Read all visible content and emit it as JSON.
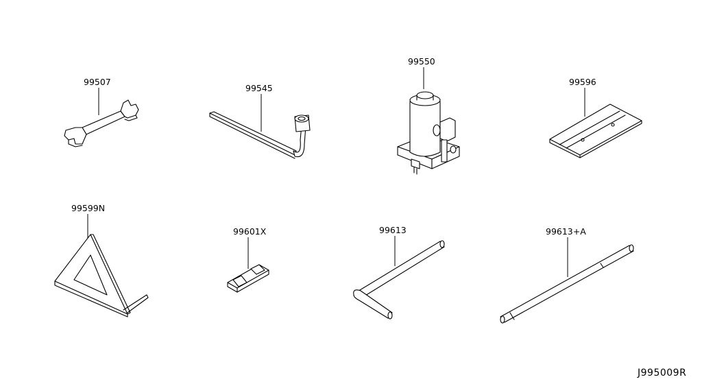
{
  "diagram": {
    "reference_code": "J995009R",
    "parts": [
      {
        "part_number": "99507",
        "icon": "open-end-wrench"
      },
      {
        "part_number": "99545",
        "icon": "wheel-nut-wrench"
      },
      {
        "part_number": "99550",
        "icon": "bottle-jack"
      },
      {
        "part_number": "99596",
        "icon": "tool-bag"
      },
      {
        "part_number": "99599N",
        "icon": "warning-triangle"
      },
      {
        "part_number": "99601X",
        "icon": "clip"
      },
      {
        "part_number": "99613",
        "icon": "jack-handle-bar"
      },
      {
        "part_number": "99613+A",
        "icon": "jack-handle-extension-rod"
      }
    ]
  }
}
